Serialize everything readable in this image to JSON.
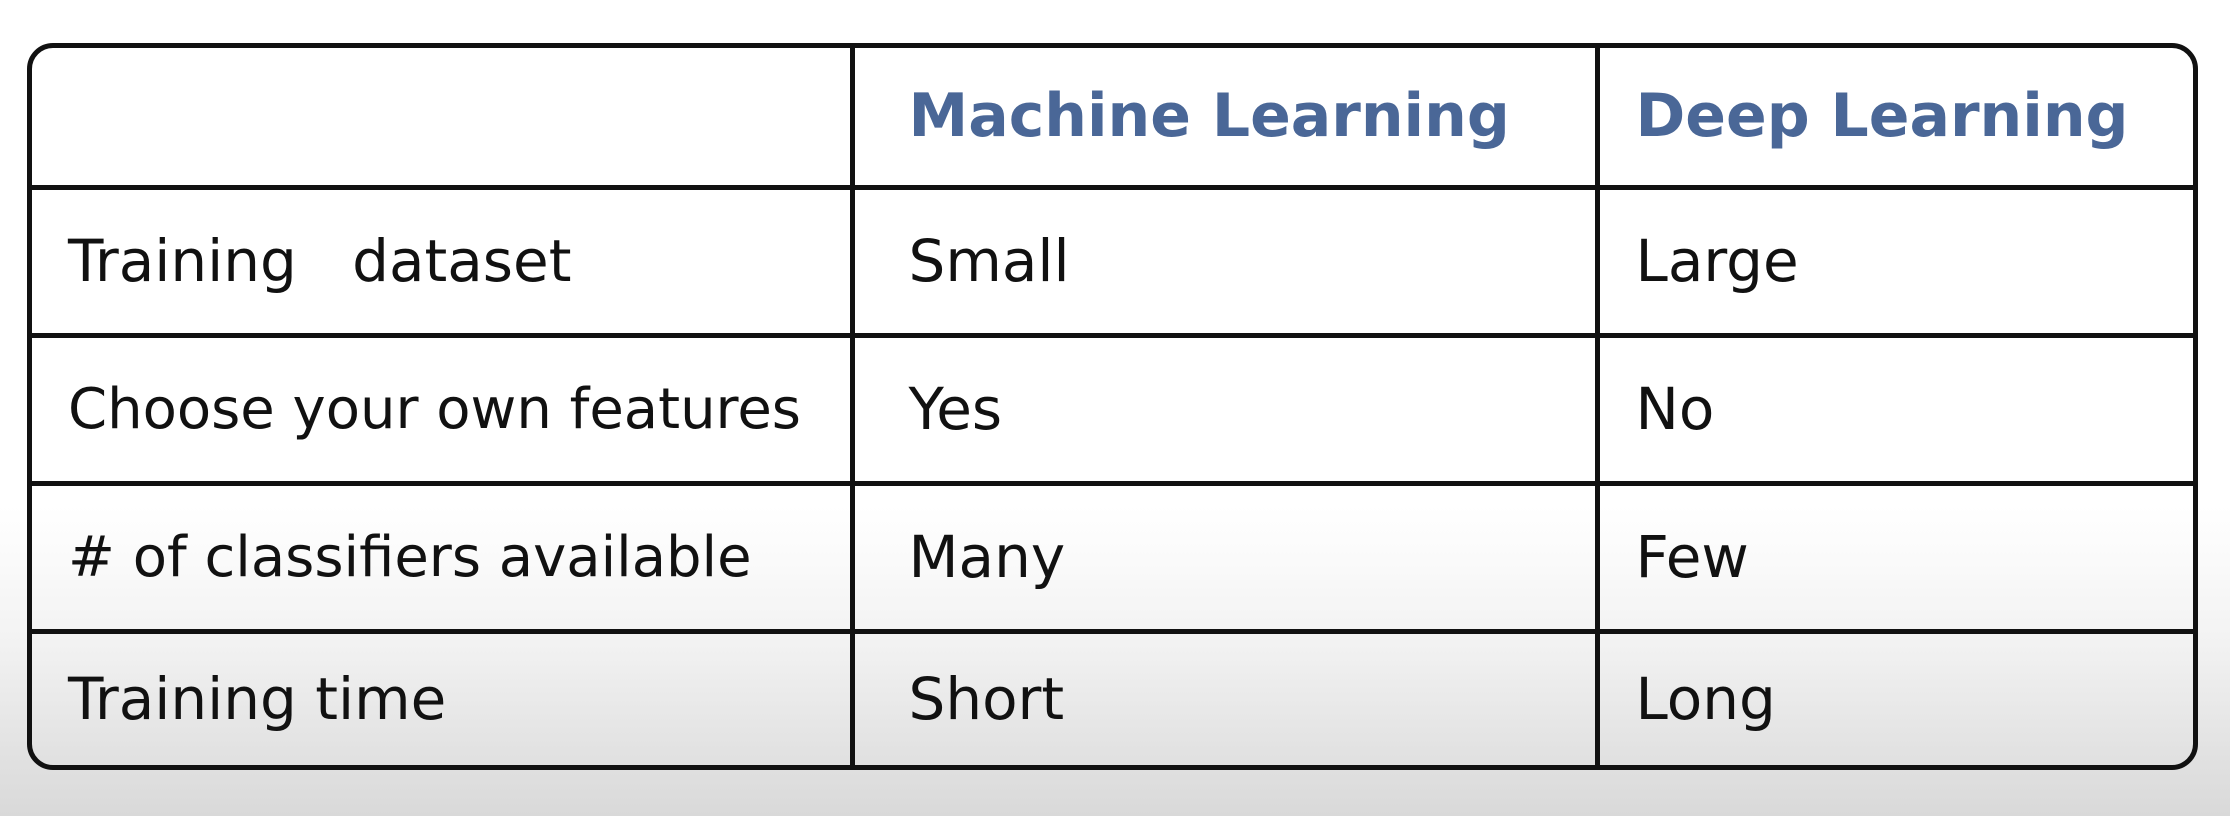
{
  "table": {
    "header": {
      "corner": "",
      "col_machine_learning": "Machine Learning",
      "col_deep_learning": "Deep Learning"
    },
    "rows": [
      {
        "feature": "Training   dataset",
        "machine_learning": "Small",
        "deep_learning": "Large"
      },
      {
        "feature": "Choose your own features",
        "machine_learning": "Yes",
        "deep_learning": "No"
      },
      {
        "feature": "# of classifiers available",
        "machine_learning": "Many",
        "deep_learning": "Few"
      },
      {
        "feature": "Training time",
        "machine_learning": "Short",
        "deep_learning": "Long"
      }
    ]
  },
  "colors": {
    "header_text": "#4a6797",
    "border": "#111111",
    "body_text": "#111111"
  }
}
